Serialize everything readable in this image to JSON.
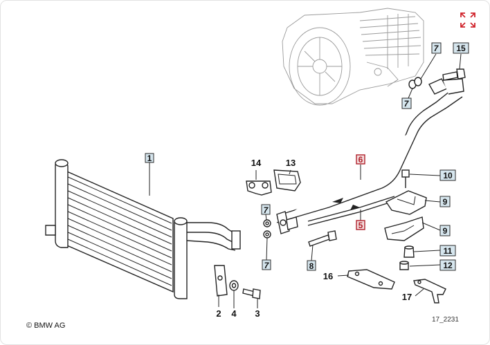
{
  "copyright": "© BMW AG",
  "figure_ref": "17_2231",
  "icons": {
    "expand": "expand-arrows-icon"
  },
  "colors": {
    "callout_fill": "#d6e6ee",
    "callout_red": "#b0202a",
    "expand_icon": "#d0232b"
  },
  "callouts": {
    "c1": "1",
    "c2": "2",
    "c3": "3",
    "c4": "4",
    "c5": "5",
    "c6": "6",
    "c7a": "7",
    "c7b": "7",
    "c7c": "7",
    "c7d": "7",
    "c8": "8",
    "c9a": "9",
    "c9b": "9",
    "c10": "10",
    "c11": "11",
    "c12": "12",
    "c13": "13",
    "c14": "14",
    "c15": "15",
    "c16": "16",
    "c17": "17"
  }
}
